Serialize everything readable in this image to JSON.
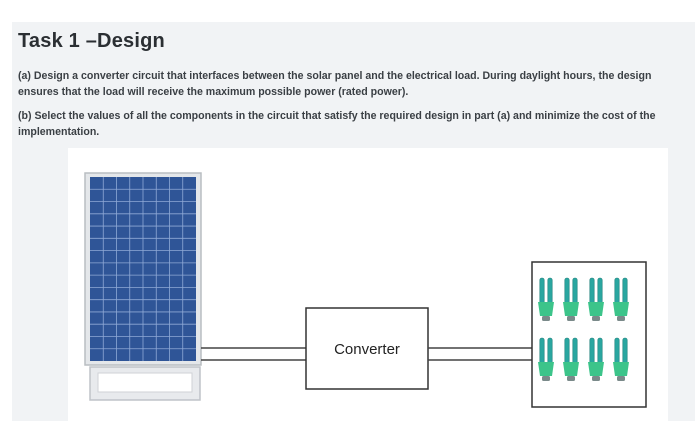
{
  "task": {
    "title": "Task 1 –Design",
    "part_a": "(a) Design a converter circuit that interfaces between the solar panel and the electrical load. During daylight hours, the design ensures that the load will receive the maximum possible power (rated power).",
    "part_b": "(b) Select the values of all the components in the circuit that satisfy the required design in part (a) and minimize the cost of the implementation."
  },
  "diagram": {
    "converter_label": "Converter"
  },
  "colors": {
    "panel_blue": "#2f5597",
    "panel_grid": "#8fa9d6",
    "frame": "#c9ccd0",
    "bulb_green": "#3cc48a",
    "bulb_tube": "#2aa6a0"
  }
}
